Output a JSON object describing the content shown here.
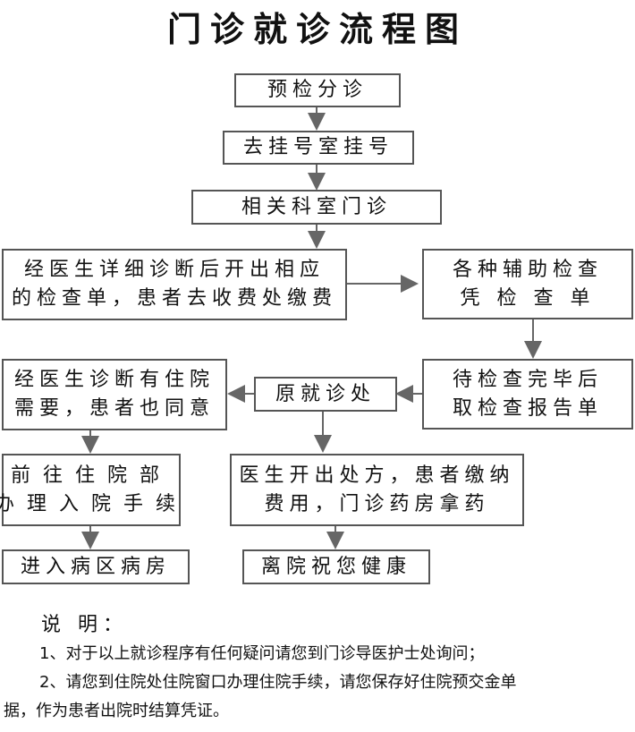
{
  "title": "门诊就诊流程图",
  "steps": {
    "pre_triage": "预检分诊",
    "register": "去挂号室挂号",
    "dept_visit": "相关科室门诊",
    "exam_order": [
      "经医生详细诊断后开出相应",
      "的检查单，患者去收费处缴费"
    ],
    "aux_exam": [
      "各种辅助检查",
      "凭 检 查 单"
    ],
    "await_report": [
      "待检查完毕后",
      "取检查报告单"
    ],
    "back_clinic": "原就诊处",
    "hospitalize_needed": [
      "经医生诊断有住院",
      "需要，患者也同意"
    ],
    "inpatient_dept": [
      "前往住院部",
      "办理入院手续"
    ],
    "enter_ward": "进入病区病房",
    "prescription": [
      "医生开出处方，患者缴纳",
      "费用，门诊药房拿药"
    ],
    "leave": "离院祝您健康"
  },
  "notes": {
    "heading": "说 明：",
    "items": [
      "1、对于以上就诊程序有任何疑问请您到门诊导医护士处询问；",
      "2、请您到住院处住院窗口办理住院手续，请您保存好住院预交金单",
      "据，作为患者出院时结算凭证。"
    ]
  },
  "colors": {
    "border": "#555555",
    "arrow": "#666666",
    "text": "#111111"
  }
}
